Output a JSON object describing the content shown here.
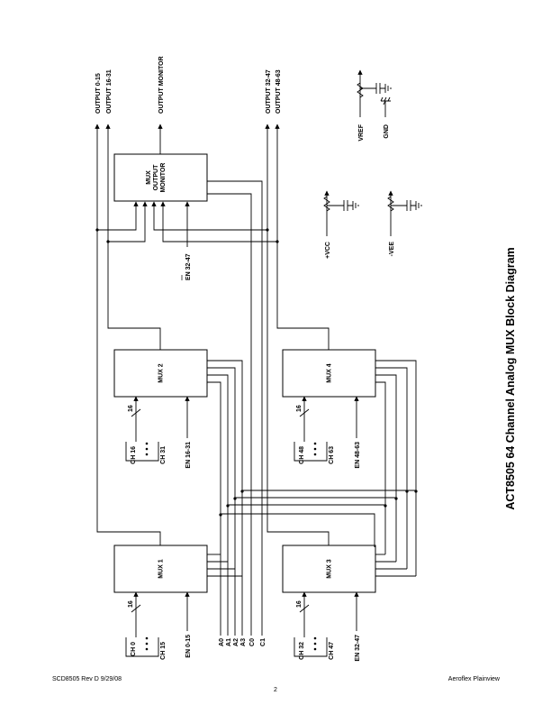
{
  "title": "ACT8505 64 Channel Analog MUX  Block Diagram",
  "blocks": {
    "mux1": "MUX 1",
    "mux2": "MUX 2",
    "mux3": "MUX 3",
    "mux4": "MUX 4",
    "monitor": [
      "MUX",
      "OUTPUT",
      "MONITOR"
    ]
  },
  "outputs": {
    "out_0_15": "OUTPUT 0-15",
    "out_16_31": "OUTPUT 16-31",
    "monitor": "OUTPUT MONITOR",
    "out_32_47": "OUTPUT 32-47",
    "out_48_63": "OUTPUT 48-63"
  },
  "enables": {
    "en_0_15": "EN 0-15",
    "en_16_31": "EN 16-31",
    "en_32_47": "EN 32-47",
    "en_48_63": "EN 48-63",
    "en_mon": "EN 32-47"
  },
  "channels": {
    "ch0": "CH 0",
    "ch15": "CH 15",
    "ch16": "CH 16",
    "ch31": "CH 31",
    "ch32": "CH 32",
    "ch47": "CH 47",
    "ch48": "CH 48",
    "ch63": "CH 63"
  },
  "bus_width": "16",
  "address_lines": [
    "A0",
    "A1",
    "A2",
    "A3",
    "C0",
    "C1"
  ],
  "power": {
    "vcc": "+VCC",
    "vee": "-VEE",
    "vref": "VREF",
    "gnd": "GND"
  },
  "footer": {
    "left": "SCD8505 Rev D  9/29/08",
    "center": "2",
    "right": "Aeroflex Plainview"
  }
}
